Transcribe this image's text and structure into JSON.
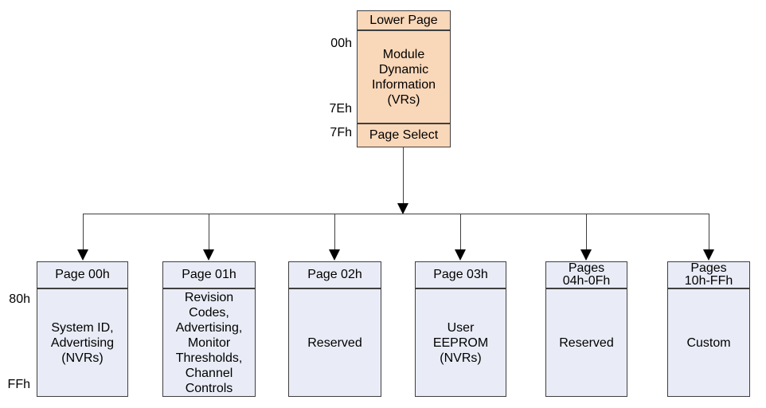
{
  "colors": {
    "upper_page_fill": "#F9D7B9",
    "page_fill": "#E9ECF6",
    "border": "#3F3F3F",
    "arrow": "#000000",
    "text": "#000000"
  },
  "upper_page_box": {
    "header": "Lower Page",
    "body": "Module\nDynamic\nInformation\n(VRs)",
    "footer": "Page Select",
    "address_labels": {
      "start": "00h",
      "body_end": "7Eh",
      "page_select": "7Fh"
    }
  },
  "upper_memory_labels": {
    "start": "80h",
    "end": "FFh"
  },
  "page_boxes": [
    {
      "header": "Page 00h",
      "body": "System ID,\nAdvertising\n(NVRs)"
    },
    {
      "header": "Page 01h",
      "body": "Revision\nCodes,\nAdvertising,\nMonitor\nThresholds,\nChannel\nControls"
    },
    {
      "header": "Page 02h",
      "body": "Reserved"
    },
    {
      "header": "Page 03h",
      "body": "User\nEEPROM\n(NVRs)"
    },
    {
      "header": "Pages\n04h-0Fh",
      "body": "Reserved"
    },
    {
      "header": "Pages\n10h-FFh",
      "body": "Custom"
    }
  ]
}
